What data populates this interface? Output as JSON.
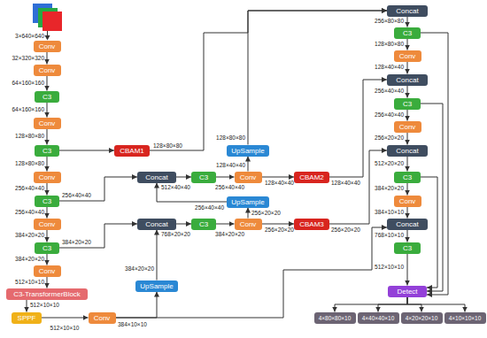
{
  "diagram": {
    "nodes": [
      {
        "text": [
          "Conv"
        ]
      },
      {
        "text": [
          "Conv"
        ]
      },
      {
        "text": [
          "C3"
        ]
      },
      {
        "text": [
          "Conv"
        ]
      },
      {
        "text": [
          "C3"
        ]
      },
      {
        "text": [
          "Conv"
        ]
      },
      {
        "text": [
          "C3"
        ]
      },
      {
        "text": [
          "Conv"
        ]
      },
      {
        "text": [
          "C3"
        ]
      },
      {
        "text": [
          "Conv"
        ]
      },
      {
        "text": [
          "C3-TransformerBlock"
        ]
      },
      {
        "text": [
          "SPPF"
        ]
      },
      {
        "text": [
          "Conv"
        ]
      },
      {
        "text": [
          "CBAM1"
        ]
      },
      {
        "text": [
          "UpSample"
        ]
      },
      {
        "text": [
          "Concat"
        ]
      },
      {
        "text": [
          "C3"
        ]
      },
      {
        "text": [
          "Conv"
        ]
      },
      {
        "text": [
          "CBAM2"
        ]
      },
      {
        "text": [
          "UpSample"
        ]
      },
      {
        "text": [
          "Concat"
        ]
      },
      {
        "text": [
          "C3"
        ]
      },
      {
        "text": [
          "Conv"
        ]
      },
      {
        "text": [
          "CBAM3"
        ]
      },
      {
        "text": [
          "UpSample"
        ]
      },
      {
        "text": [
          "Concat"
        ]
      },
      {
        "text": [
          "C3"
        ]
      },
      {
        "text": [
          "Conv"
        ]
      },
      {
        "text": [
          "Concat"
        ]
      },
      {
        "text": [
          "C3"
        ]
      },
      {
        "text": [
          "Conv"
        ]
      },
      {
        "text": [
          "Concat"
        ]
      },
      {
        "text": [
          "C3"
        ]
      },
      {
        "text": [
          "Conv"
        ]
      },
      {
        "text": [
          "Concat"
        ]
      },
      {
        "text": [
          "C3"
        ]
      },
      {
        "text": [
          "Detect"
        ]
      },
      {
        "text": [
          "4×80×80×10"
        ]
      },
      {
        "text": [
          "4×40×40×10"
        ]
      },
      {
        "text": [
          "4×20×20×10"
        ]
      },
      {
        "text": [
          "4×10×10×10"
        ]
      }
    ],
    "edges": [
      {
        "from": 0,
        "to": 1,
        "arrow": "to"
      },
      {
        "from": 1,
        "to": 2,
        "arrow": "to"
      },
      {
        "from": 2,
        "to": 3,
        "arrow": "to"
      },
      {
        "from": 3,
        "to": 4,
        "arrow": "to"
      },
      {
        "from": 4,
        "to": 5,
        "arrow": "to"
      },
      {
        "from": 5,
        "to": 6,
        "arrow": "to"
      },
      {
        "from": 6,
        "to": 7,
        "arrow": "to"
      },
      {
        "from": 7,
        "to": 8,
        "arrow": "to"
      },
      {
        "from": 8,
        "to": 9,
        "arrow": "to"
      },
      {
        "from": 9,
        "to": 10,
        "arrow": "to"
      },
      {
        "from": 10,
        "to": 11,
        "arrow": "to"
      },
      {
        "from": 11,
        "to": 12,
        "arrow": "to"
      },
      {
        "from": 4,
        "to": 13,
        "arrow": "to"
      },
      {
        "from": 13,
        "to": 25,
        "arrow": "to"
      },
      {
        "from": 14,
        "to": 25,
        "arrow": "to"
      },
      {
        "from": 6,
        "to": 15,
        "arrow": "to"
      },
      {
        "from": 15,
        "to": 16,
        "arrow": "to"
      },
      {
        "from": 16,
        "to": 17,
        "arrow": "to"
      },
      {
        "from": 17,
        "to": 14,
        "arrow": "to"
      },
      {
        "from": 17,
        "to": 18,
        "arrow": "to"
      },
      {
        "from": 18,
        "to": 28,
        "arrow": "to"
      },
      {
        "from": 22,
        "to": 19,
        "arrow": "to"
      },
      {
        "from": 19,
        "to": 15,
        "arrow": "to"
      },
      {
        "from": 8,
        "to": 20,
        "arrow": "to"
      },
      {
        "from": 24,
        "to": 20,
        "arrow": "to"
      },
      {
        "from": 20,
        "to": 21,
        "arrow": "to"
      },
      {
        "from": 21,
        "to": 22,
        "arrow": "to"
      },
      {
        "from": 22,
        "to": 23,
        "arrow": "to"
      },
      {
        "from": 23,
        "to": 31,
        "arrow": "to"
      },
      {
        "from": 12,
        "to": 24,
        "arrow": "to"
      },
      {
        "from": 12,
        "to": 34,
        "arrow": "to"
      },
      {
        "from": 25,
        "to": 26,
        "arrow": "to"
      },
      {
        "from": 26,
        "to": 27,
        "arrow": "to"
      },
      {
        "from": 27,
        "to": 28,
        "arrow": "to"
      },
      {
        "from": 28,
        "to": 29,
        "arrow": "to"
      },
      {
        "from": 29,
        "to": 30,
        "arrow": "to"
      },
      {
        "from": 30,
        "to": 31,
        "arrow": "to"
      },
      {
        "from": 31,
        "to": 32,
        "arrow": "to"
      },
      {
        "from": 32,
        "to": 33,
        "arrow": "to"
      },
      {
        "from": 33,
        "to": 34,
        "arrow": "to"
      },
      {
        "from": 34,
        "to": 35,
        "arrow": "to"
      },
      {
        "from": 26,
        "to": 36,
        "arrow": "to"
      },
      {
        "from": 29,
        "to": 36,
        "arrow": "to"
      },
      {
        "from": 32,
        "to": 36,
        "arrow": "to"
      },
      {
        "from": 35,
        "to": 36,
        "arrow": "to"
      },
      {
        "from": 36,
        "to": 37,
        "arrow": "to"
      },
      {
        "from": 36,
        "to": 38,
        "arrow": "to"
      },
      {
        "from": 36,
        "to": 39,
        "arrow": "to"
      },
      {
        "from": 36,
        "to": 40,
        "arrow": "to"
      }
    ],
    "labels": [
      "3×640×640",
      "32×320×320",
      "64×160×160",
      "64×160×160",
      "128×80×80",
      "128×80×80",
      "256×40×40",
      "256×40×40",
      "384×20×20",
      "384×20×20",
      "512×10×10",
      "512×10×10",
      "512×10×10",
      "384×10×10",
      "128×80×80",
      "256×40×40",
      "384×20×20",
      "128×80×80",
      "128×40×40",
      "512×40×40",
      "256×40×40",
      "128×40×40",
      "128×40×40",
      "256×40×40",
      "256×20×20",
      "768×20×20",
      "384×20×20",
      "256×20×20",
      "256×20×20",
      "384×20×20",
      "256×80×80",
      "128×80×80",
      "128×40×40",
      "256×40×40",
      "256×40×40",
      "256×20×20",
      "512×20×20",
      "384×20×20",
      "384×10×10",
      "768×10×10",
      "512×10×10"
    ]
  }
}
